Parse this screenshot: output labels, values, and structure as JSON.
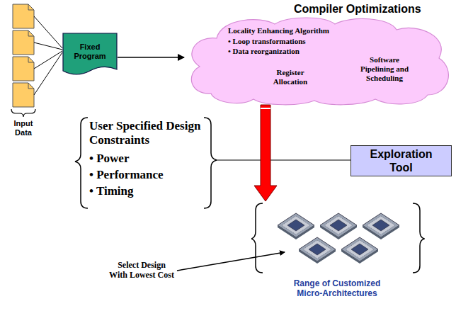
{
  "diagram": {
    "nodes": [
      {
        "text": [
          "Fixed Program"
        ]
      },
      {
        "text": [
          "Compiler Optimizations",
          "Locality Enhancing Algorithm",
          "• Loop transformations",
          "• Data reorganization",
          "Register Allocation",
          "Software Pipelining and Scheduling"
        ]
      },
      {
        "text": [
          "Exploration Tool"
        ]
      },
      {
        "text": [
          "Range of Customized Micro-Architectures"
        ]
      }
    ],
    "edges": [
      {
        "from": 0,
        "to": 1,
        "arrow": "to"
      },
      {
        "from": 1,
        "to": 3,
        "arrow": "to"
      }
    ],
    "labels": [
      "Input Data",
      "User Specified Design Constraints",
      "• Power",
      "• Performance",
      "• Timing",
      "Select Design With Lowest Cost"
    ]
  }
}
